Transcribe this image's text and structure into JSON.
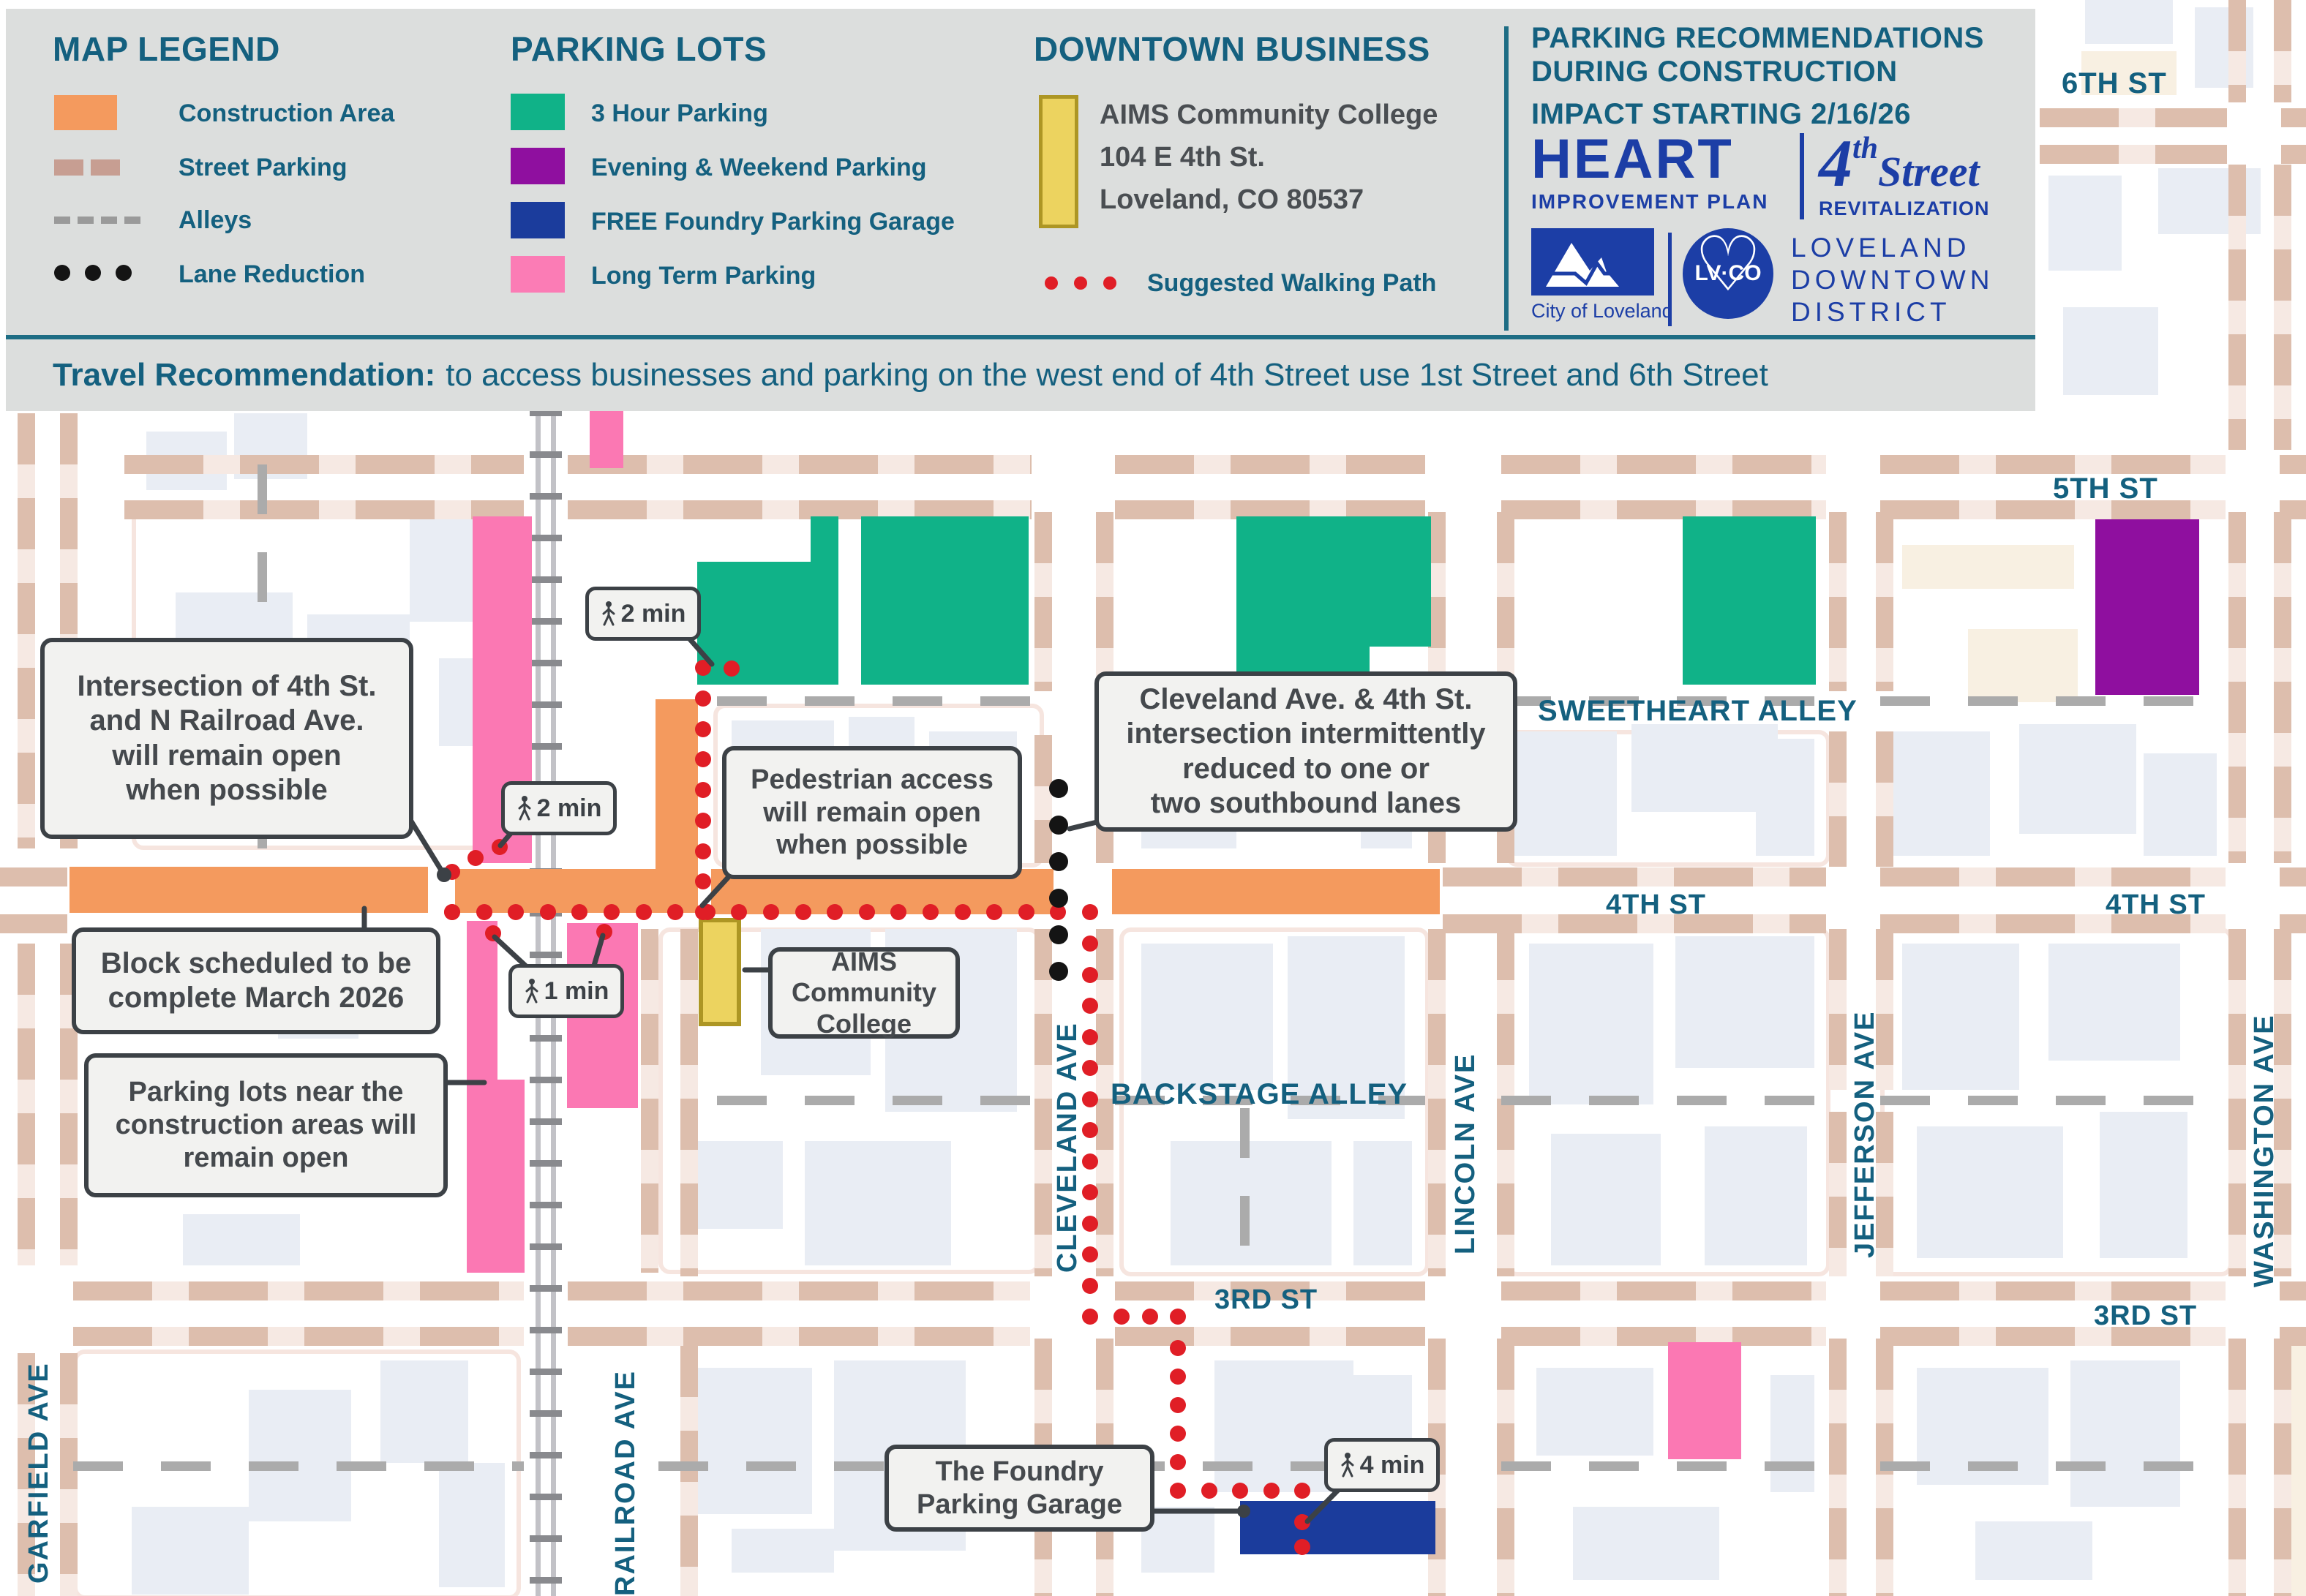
{
  "legend": {
    "title": "MAP LEGEND",
    "construction": "Construction Area",
    "street_parking": "Street Parking",
    "alleys": "Alleys",
    "lane_reduction": "Lane Reduction"
  },
  "parking_lots": {
    "title": "PARKING LOTS",
    "three_hour": "3 Hour Parking",
    "evening_weekend": "Evening & Weekend Parking",
    "foundry": "FREE Foundry Parking Garage",
    "long_term": "Long Term Parking"
  },
  "downtown_business": {
    "title": "DOWNTOWN BUSINESS",
    "name": "AIMS Community College",
    "address1": "104 E 4th St.",
    "address2": "Loveland, CO 80537",
    "walking_path": "Suggested Walking Path"
  },
  "recommendations": {
    "line1": "PARKING RECOMMENDATIONS",
    "line2": "DURING CONSTRUCTION",
    "line3": "IMPACT STARTING 2/16/26"
  },
  "logos": {
    "heart": "HEART",
    "heart_sub": "IMPROVEMENT PLAN",
    "fourth_num": "4",
    "fourth_sup": "th",
    "fourth_word": "Street",
    "fourth_sub": "REVITALIZATION",
    "city": "City of Loveland",
    "lvco": "LV·CO",
    "district1": "LOVELAND",
    "district2": "DOWNTOWN",
    "district3": "DISTRICT"
  },
  "travel": {
    "bold": "Travel Recommendation:",
    "rest": "to access businesses and parking on the west end of 4th Street use 1st Street and 6th Street"
  },
  "streets": {
    "sixth": "6TH ST",
    "fifth": "5TH ST",
    "fourth": "4TH ST",
    "third": "3RD ST",
    "sweetheart": "SWEETHEART ALLEY",
    "backstage": "BACKSTAGE ALLEY",
    "garfield": "GARFIELD AVE",
    "railroad": "RAILROAD AVE",
    "cleveland": "CLEVELAND AVE",
    "lincoln": "LINCOLN AVE",
    "jefferson": "JEFFERSON AVE",
    "washington": "WASHINGTON AVE"
  },
  "callouts": {
    "intersection": "Intersection of 4th St.\nand N Railroad Ave.\nwill remain open\nwhen possible",
    "block": "Block scheduled to be\ncomplete March 2026",
    "lots_open": "Parking lots near the\nconstruction areas will\nremain open",
    "pedestrian": "Pedestrian access\nwill remain open\nwhen possible",
    "cleveland": "Cleveland Ave. & 4th St.\nintersection intermittently\nreduced to one or\ntwo southbound lanes",
    "aims": "AIMS\nCommunity\nCollege",
    "foundry": "The Foundry\nParking Garage"
  },
  "badges": {
    "w1": "2 min",
    "w2": "2 min",
    "w3": "1 min",
    "w4": "4 min"
  },
  "colors": {
    "construction": "#F49A5E",
    "street_parking": "#C79E92",
    "alleys": "#9A9A9A",
    "lane_reduction": "#141414",
    "three_hour": "#10B288",
    "evening_weekend": "#8F0F9F",
    "foundry_garage": "#1B3C9C",
    "long_term": "#FB7CB5",
    "walking_path": "#E01E26",
    "business_marker": "#ECD35F",
    "accent_teal": "#14607F",
    "logo_blue": "#1C3EA6"
  }
}
